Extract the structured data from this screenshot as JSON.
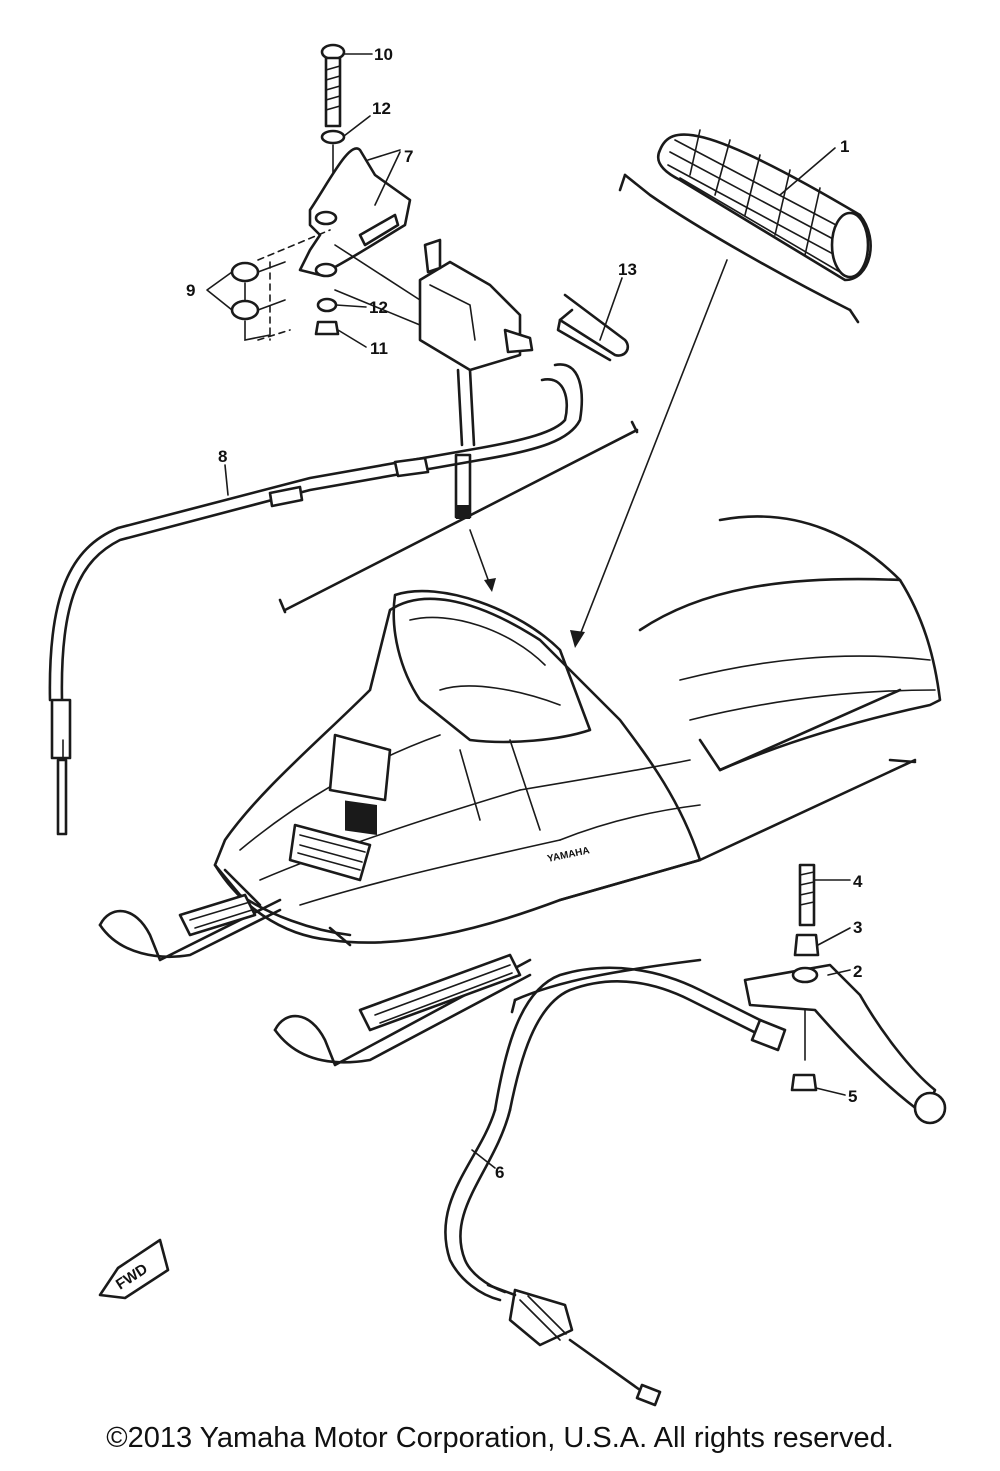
{
  "diagram": {
    "callouts": [
      {
        "id": "1",
        "label": "1"
      },
      {
        "id": "2",
        "label": "2"
      },
      {
        "id": "3",
        "label": "3"
      },
      {
        "id": "4",
        "label": "4"
      },
      {
        "id": "5",
        "label": "5"
      },
      {
        "id": "6",
        "label": "6"
      },
      {
        "id": "7",
        "label": "7"
      },
      {
        "id": "8",
        "label": "8"
      },
      {
        "id": "9",
        "label": "9"
      },
      {
        "id": "10",
        "label": "10"
      },
      {
        "id": "11",
        "label": "11"
      },
      {
        "id": "12a",
        "label": "12"
      },
      {
        "id": "12b",
        "label": "12"
      },
      {
        "id": "13",
        "label": "13"
      }
    ],
    "hood_brand": "YAMAHA",
    "direction_marker": "FWD"
  },
  "footer": {
    "copyright": "©2013 Yamaha Motor Corporation, U.S.A. All rights reserved."
  }
}
